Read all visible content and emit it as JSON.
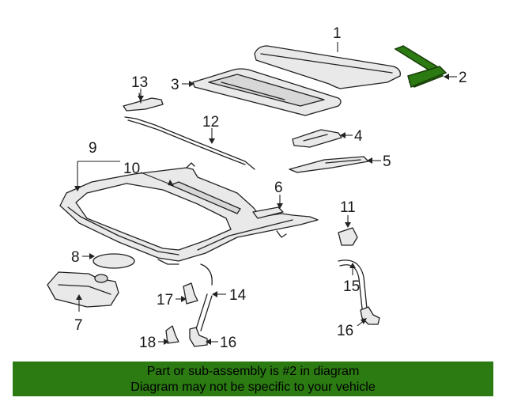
{
  "callouts": {
    "c1": "1",
    "c2": "2",
    "c3": "3",
    "c4": "4",
    "c5": "5",
    "c6": "6",
    "c7": "7",
    "c8": "8",
    "c9": "9",
    "c10": "10",
    "c11": "11",
    "c12": "12",
    "c13": "13",
    "c14": "14",
    "c15": "15",
    "c16a": "16",
    "c16b": "16",
    "c17": "17",
    "c18": "18"
  },
  "highlight_color": "#2b7a12",
  "banner": {
    "line1": "Part or sub-assembly is #2 in diagram",
    "line2": "Diagram may not be specific to your vehicle"
  }
}
